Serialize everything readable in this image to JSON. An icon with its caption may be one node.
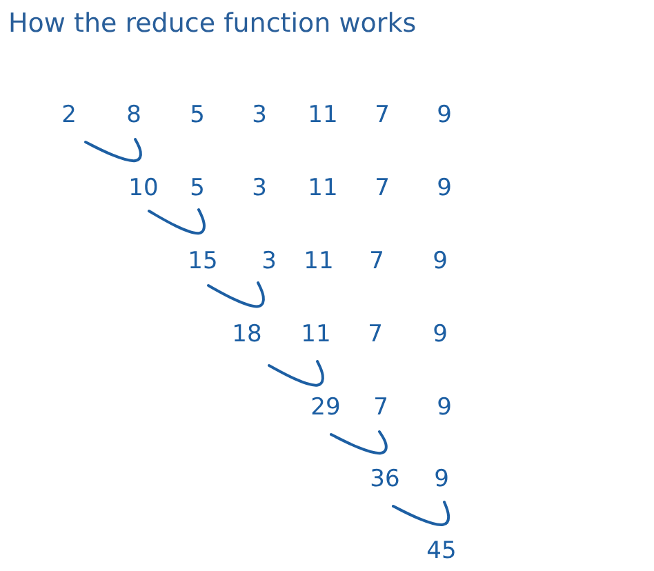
{
  "diagram": {
    "title": "How the reduce function works",
    "labels": [
      "2",
      "8",
      "5",
      "3",
      "11",
      "7",
      "9",
      "10",
      "5",
      "3",
      "11",
      "7",
      "9",
      "15",
      "3",
      "11",
      "7",
      "9",
      "18",
      "11",
      "7",
      "9",
      "29",
      "7",
      "9",
      "36",
      "9",
      "45"
    ]
  }
}
